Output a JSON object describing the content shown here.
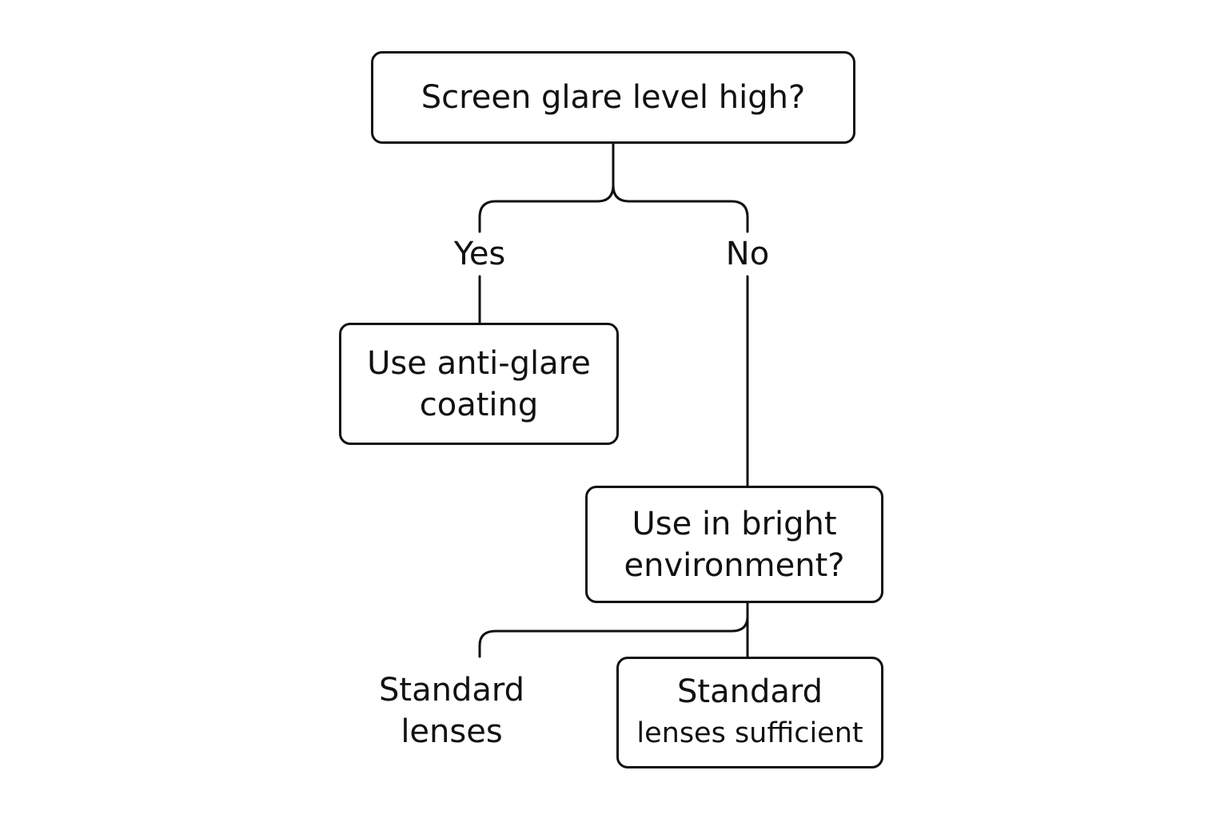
{
  "diagram": {
    "nodes": {
      "q1": {
        "text": "Screen glare level high?"
      },
      "antiglare": {
        "lines": [
          "Use anti-glare",
          "coating"
        ]
      },
      "q2": {
        "lines": [
          "Use in bright",
          "environment?"
        ]
      },
      "standard": {
        "lines": [
          "Standard",
          "lenses"
        ]
      },
      "sufficient": {
        "lines": [
          "Standard",
          "lenses sufficient"
        ]
      }
    },
    "edges": {
      "yes": "Yes",
      "no": "No"
    }
  }
}
